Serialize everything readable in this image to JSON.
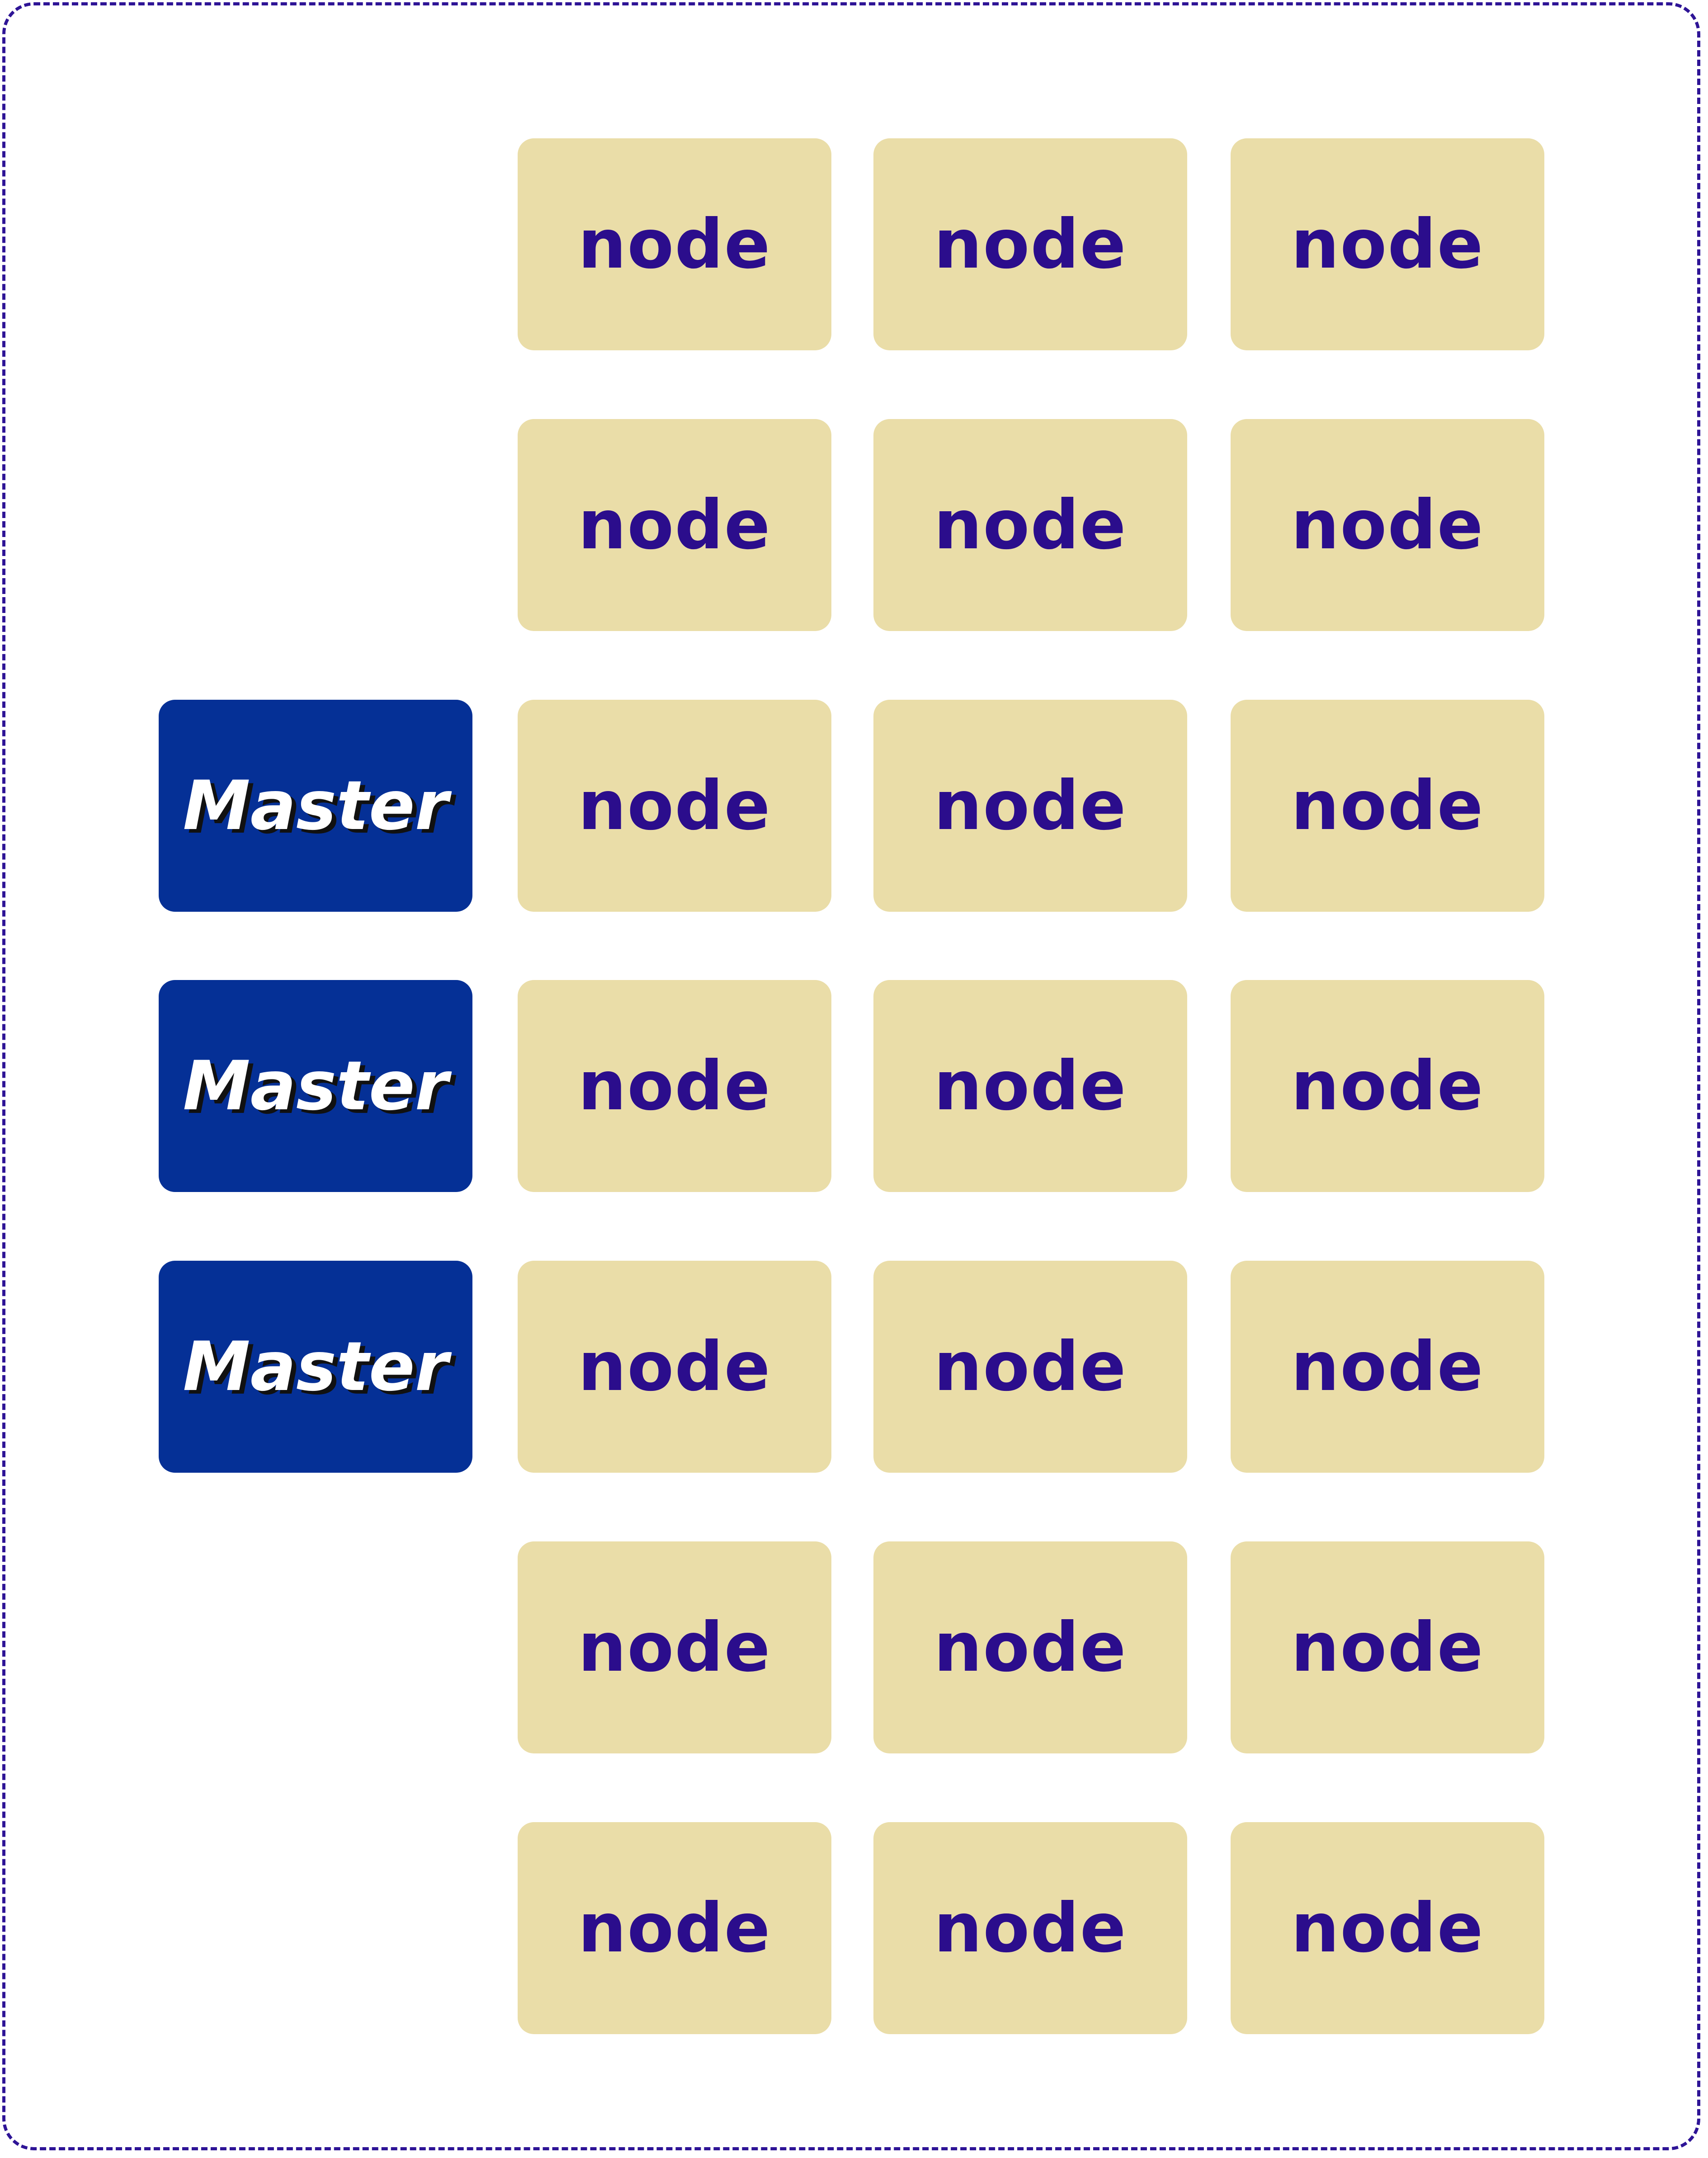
{
  "diagram": {
    "masters": [
      {
        "label": "Master"
      },
      {
        "label": "Master"
      },
      {
        "label": "Master"
      }
    ],
    "node_rows": [
      [
        "node",
        "node",
        "node"
      ],
      [
        "node",
        "node",
        "node"
      ],
      [
        "node",
        "node",
        "node"
      ],
      [
        "node",
        "node",
        "node"
      ],
      [
        "node",
        "node",
        "node"
      ],
      [
        "node",
        "node",
        "node"
      ],
      [
        "node",
        "node",
        "node"
      ]
    ],
    "colors": {
      "node_fill": "#eadda8",
      "node_text": "#2b0d8c",
      "master_fill": "#053096",
      "master_text": "#ffffff",
      "frame_border": "#2e1496"
    }
  }
}
